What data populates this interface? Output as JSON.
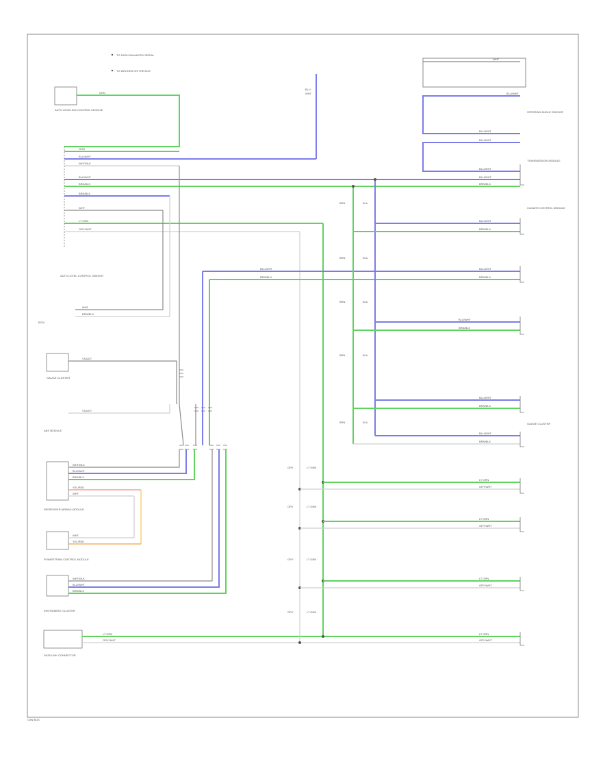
{
  "diagram": {
    "legend": [
      "TO DATA ENHANCED SERIAL",
      "TO DEVICES ON THE BUS"
    ],
    "components": [
      "AUTO LEVELING CONTROL MODULE",
      "AUTO LEVEL CONTROL SENSOR",
      "BCM",
      "GAUGE CLUSTER",
      "ABS MODULE",
      "PASSENGER AIRBAG MODULE",
      "POWERTRAIN CONTROL MODULE",
      "INSTRUMENT CLUSTER",
      "STEERING ANGLE SENSOR",
      "TRANSMISSION MODULE",
      "CLIMATE CONTROL MODULE",
      "DATA LINK CONNECTOR"
    ],
    "wire_labels": [
      "GRN",
      "BLU/WHT",
      "WHT/BLK",
      "BLK/WHT",
      "BRN/BLK",
      "LT GRN",
      "GRY/WHT",
      "YEL/RED",
      "WHT",
      "VIOLET",
      "BRN",
      "BLU"
    ],
    "page_ref": "CAN BUS"
  }
}
